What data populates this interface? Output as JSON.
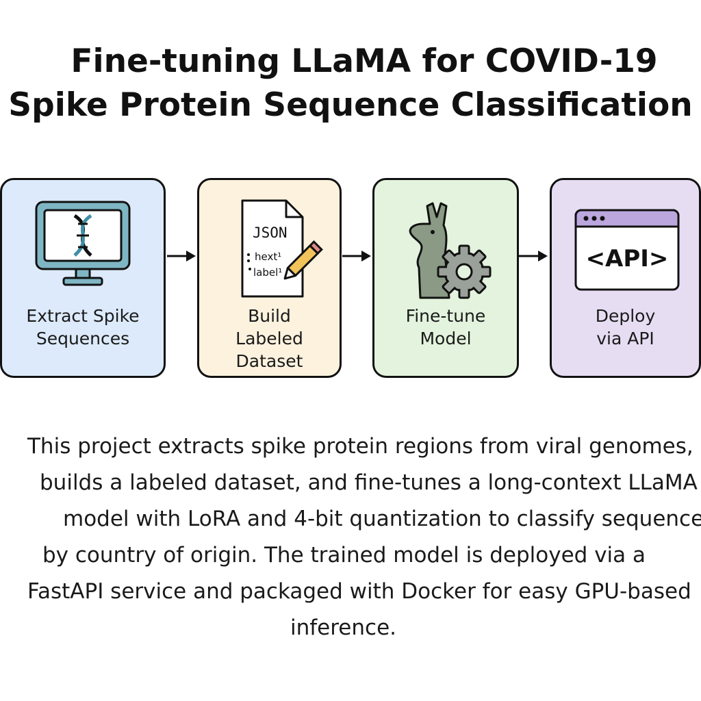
{
  "title": {
    "line1": "Fine-tuning LLaMA for COVID-19",
    "line2": "Spike Protein Sequence Classification"
  },
  "steps": [
    {
      "label_lines": [
        "Extract Spike",
        "Sequences"
      ],
      "icon": "monitor-dna-icon"
    },
    {
      "label_lines": [
        "Build",
        "Labeled",
        "Dataset"
      ],
      "icon": "json-document-pencil-icon",
      "doc_text": {
        "heading": "JSON",
        "line1": "hext¹",
        "line2": "label¹"
      }
    },
    {
      "label_lines": [
        "Fine-tune",
        "Model"
      ],
      "icon": "llama-gear-icon"
    },
    {
      "label_lines": [
        "Deploy",
        "via API"
      ],
      "icon": "api-window-icon",
      "window_text": "<API>"
    }
  ],
  "description_lines": [
    "This project extracts spike protein regions from viral genomes,",
    "builds a labeled dataset, and fine-tunes a long-context LLaMA",
    "model with LoRA and 4-bit quantization to classify sequence",
    "by country of origin. The trained model is deployed via a",
    "FastAPI service and packaged with Docker for easy GPU-based",
    "inference."
  ],
  "colors": {
    "step1_bg": "#dceafb",
    "step2_bg": "#fdf2de",
    "step3_bg": "#e3f3dd",
    "step4_bg": "#e6ddf3",
    "monitor": "#7fb6c4",
    "pencil": "#f2c35a",
    "llama": "#8a9a84",
    "window_bar": "#bba7de"
  }
}
